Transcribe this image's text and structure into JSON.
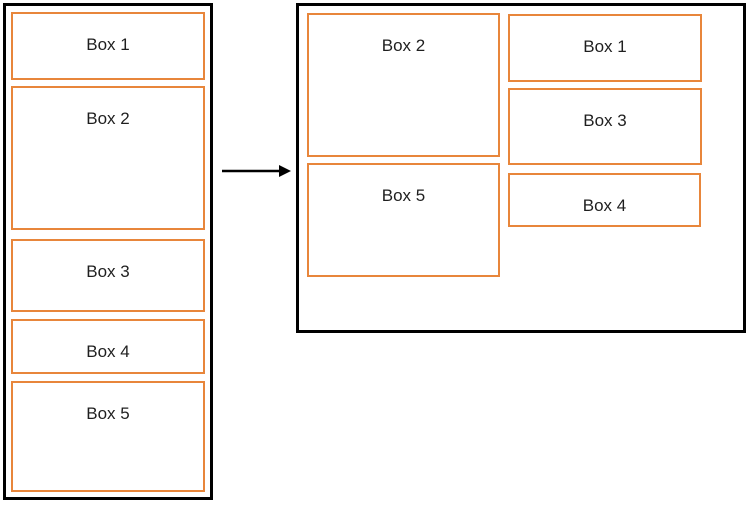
{
  "left_panel": {
    "items": [
      {
        "label": "Box 1"
      },
      {
        "label": "Box 2"
      },
      {
        "label": "Box 3"
      },
      {
        "label": "Box 4"
      },
      {
        "label": "Box 5"
      }
    ]
  },
  "arrow": {
    "icon": "right-arrow"
  },
  "right_panel": {
    "column_1": [
      {
        "label": "Box 2"
      },
      {
        "label": "Box 5"
      }
    ],
    "column_2": [
      {
        "label": "Box 1"
      },
      {
        "label": "Box 3"
      },
      {
        "label": "Box 4"
      }
    ]
  },
  "colors": {
    "box_border": "#E8863B",
    "panel_border": "#000000",
    "text": "#1F1F1F",
    "background": "#FFFFFF"
  }
}
